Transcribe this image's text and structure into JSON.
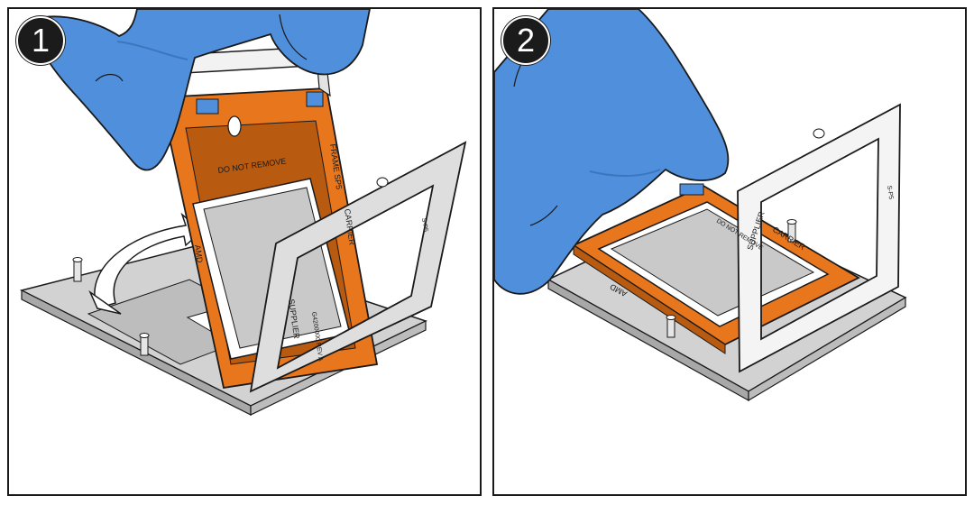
{
  "colors": {
    "glove": "#4f8fdb",
    "glove_shadow": "#3c76c0",
    "carrier_orange": "#e8761d",
    "carrier_orange_dark": "#b85a10",
    "metal": "#d2d2d2",
    "metal_dark": "#9a9a9a",
    "chip": "#c9c9c9",
    "frame_white": "#f4f4f4",
    "outline": "#1a1a1a"
  },
  "steps": [
    {
      "number": "1",
      "labels": {
        "do_not_remove": "DO NOT REMOVE",
        "frame": "FRAME SP5",
        "carrier": "CARRIER",
        "amd": "AMD",
        "supplier": "SUPPLIER",
        "part_number": "G4200000 REV A",
        "frame_mark": "S-P5"
      }
    },
    {
      "number": "2",
      "labels": {
        "carrier": "CARRIER",
        "supplier": "SUPPLIER",
        "amd": "AMD",
        "do_not_remove": "DO NOT REMOVE",
        "frame_mark": "S-P5"
      }
    }
  ]
}
